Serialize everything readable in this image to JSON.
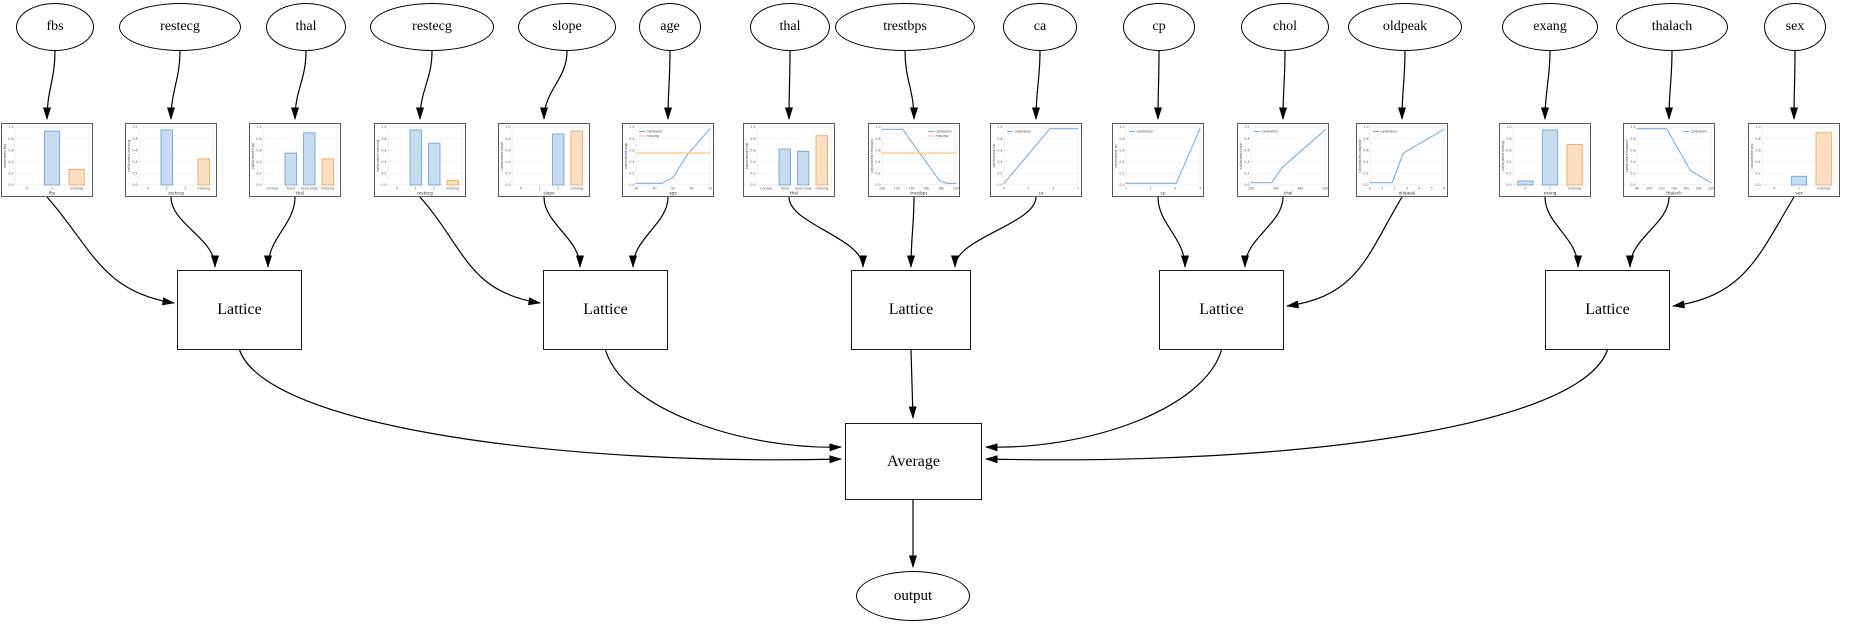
{
  "nodes": {
    "lattice_label": "Lattice",
    "average_label": "Average",
    "output_label": "output"
  },
  "colors": {
    "calibrated_blue_line": "#7aafdc",
    "bar_blue_fill": "#c7dcf0",
    "bar_blue_edge": "#6fa8dc",
    "missing_orange_line": "#fbbd77",
    "bar_orange_fill": "#fcdfc0",
    "bar_orange_edge": "#f2a65e",
    "edge_color": "#000000",
    "chart_frame": "#595959",
    "grid_line": "#ededed",
    "tick_text": "#555555"
  },
  "axis": {
    "yticks": [
      "0.0",
      "0.2",
      "0.4",
      "0.6",
      "0.8",
      "1.0"
    ]
  },
  "legend_labels": {
    "calibrated": "calibrated",
    "missing": "missing"
  },
  "chart_data": [
    {
      "feature": "fbs",
      "type": "bar",
      "title": "",
      "ylabel": "calibrated fbs",
      "xlabel": "fbs",
      "ylim": [
        0,
        1
      ],
      "categories": [
        "0",
        "1",
        "missing"
      ],
      "values": [
        0,
        0.93,
        0.27
      ],
      "colors": [
        "blue",
        "blue",
        "orange"
      ],
      "lattice": 0
    },
    {
      "feature": "restecg",
      "type": "bar",
      "title": "",
      "ylabel": "calibrated restecg",
      "xlabel": "restecg",
      "ylim": [
        0,
        1
      ],
      "categories": [
        "0",
        "1",
        "2",
        "missing"
      ],
      "values": [
        0,
        0.95,
        0,
        0.45
      ],
      "colors": [
        "blue",
        "blue",
        "blue",
        "orange"
      ],
      "lattice": 0
    },
    {
      "feature": "thal",
      "type": "bar",
      "title": "",
      "ylabel": "calibrated thal",
      "xlabel": "thal",
      "ylim": [
        0,
        1
      ],
      "categories": [
        "normal",
        "fixed",
        "reversible",
        "missing"
      ],
      "values": [
        0,
        0.55,
        0.9,
        0.45
      ],
      "colors": [
        "blue",
        "blue",
        "blue",
        "orange"
      ],
      "lattice": 0
    },
    {
      "feature": "restecg",
      "type": "bar",
      "title": "",
      "ylabel": "calibrated restecg",
      "xlabel": "restecg",
      "ylim": [
        0,
        1
      ],
      "categories": [
        "0",
        "1",
        "2",
        "missing"
      ],
      "values": [
        0,
        0.95,
        0.72,
        0.08
      ],
      "colors": [
        "blue",
        "blue",
        "blue",
        "orange"
      ],
      "lattice": 1
    },
    {
      "feature": "slope",
      "type": "bar",
      "title": "",
      "ylabel": "calibrated slope",
      "xlabel": "slope",
      "ylim": [
        0,
        1
      ],
      "categories": [
        "0",
        "1",
        "2",
        "missing"
      ],
      "values": [
        0,
        0,
        0.88,
        0.93
      ],
      "colors": [
        "blue",
        "blue",
        "blue",
        "orange"
      ],
      "lattice": 1
    },
    {
      "feature": "age",
      "type": "line",
      "title": "",
      "ylabel": "calibrated age",
      "xlabel": "age",
      "ylim": [
        0,
        1
      ],
      "xticks": [
        "30",
        "40",
        "50",
        "60",
        "70"
      ],
      "legend_pos": "tl",
      "lattice": 1,
      "series": [
        {
          "name": "calibrated",
          "color": "blue",
          "points": [
            [
              0,
              0.03
            ],
            [
              0.35,
              0.03
            ],
            [
              0.5,
              0.13
            ],
            [
              0.68,
              0.5
            ],
            [
              1,
              0.97
            ]
          ]
        },
        {
          "name": "missing",
          "color": "orange",
          "points": [
            [
              0,
              0.55
            ],
            [
              1,
              0.55
            ]
          ]
        }
      ]
    },
    {
      "feature": "thal",
      "type": "bar",
      "title": "",
      "ylabel": "calibrated thal",
      "xlabel": "thal",
      "ylim": [
        0,
        1
      ],
      "categories": [
        "normal",
        "fixed",
        "reversible",
        "missing"
      ],
      "values": [
        0,
        0.62,
        0.58,
        0.85
      ],
      "colors": [
        "blue",
        "blue",
        "blue",
        "orange"
      ],
      "lattice": 2
    },
    {
      "feature": "trestbps",
      "type": "line",
      "title": "",
      "ylabel": "calibrated trestbps",
      "xlabel": "trestbps",
      "ylim": [
        0,
        1
      ],
      "xticks": [
        "100",
        "120",
        "140",
        "160",
        "180",
        "200"
      ],
      "legend_pos": "tr",
      "lattice": 2,
      "series": [
        {
          "name": "calibrated",
          "color": "blue",
          "points": [
            [
              0,
              0.96
            ],
            [
              0.28,
              0.96
            ],
            [
              0.78,
              0.07
            ],
            [
              0.88,
              0.03
            ],
            [
              1,
              0.03
            ]
          ]
        },
        {
          "name": "missing",
          "color": "orange",
          "points": [
            [
              0,
              0.55
            ],
            [
              1,
              0.55
            ]
          ]
        }
      ]
    },
    {
      "feature": "ca",
      "type": "line",
      "title": "",
      "ylabel": "calibrated ca",
      "xlabel": "ca",
      "ylim": [
        0,
        1
      ],
      "xticks": [
        "0",
        "1",
        "2",
        "3"
      ],
      "legend_pos": "tl",
      "lattice": 2,
      "series": [
        {
          "name": "calibrated",
          "color": "blue",
          "points": [
            [
              0,
              0.03
            ],
            [
              0.62,
              0.97
            ],
            [
              1,
              0.97
            ]
          ]
        }
      ]
    },
    {
      "feature": "cp",
      "type": "line",
      "title": "",
      "ylabel": "calibrated cp",
      "xlabel": "cp",
      "ylim": [
        0,
        1
      ],
      "xticks": [
        "1",
        "2",
        "3",
        "4"
      ],
      "legend_pos": "tl",
      "lattice": 3,
      "series": [
        {
          "name": "calibrated",
          "color": "blue",
          "points": [
            [
              0,
              0.03
            ],
            [
              0.68,
              0.03
            ],
            [
              1,
              0.97
            ]
          ]
        }
      ]
    },
    {
      "feature": "chol",
      "type": "line",
      "title": "",
      "ylabel": "calibrated chol",
      "xlabel": "chol",
      "ylim": [
        0,
        1
      ],
      "xticks": [
        "200",
        "300",
        "400",
        "500"
      ],
      "legend_pos": "tl",
      "lattice": 3,
      "series": [
        {
          "name": "calibrated",
          "color": "blue",
          "points": [
            [
              0,
              0.04
            ],
            [
              0.28,
              0.04
            ],
            [
              0.42,
              0.3
            ],
            [
              1,
              0.95
            ]
          ]
        }
      ]
    },
    {
      "feature": "oldpeak",
      "type": "line",
      "title": "",
      "ylabel": "calibrated oldpeak",
      "xlabel": "oldpeak",
      "ylim": [
        0,
        1
      ],
      "xticks": [
        "0",
        "1",
        "2",
        "3",
        "4",
        "5",
        "6"
      ],
      "legend_pos": "tl",
      "lattice": 3,
      "series": [
        {
          "name": "calibrated",
          "color": "blue",
          "points": [
            [
              0,
              0.04
            ],
            [
              0.3,
              0.04
            ],
            [
              0.45,
              0.55
            ],
            [
              1,
              0.96
            ]
          ]
        }
      ]
    },
    {
      "feature": "exang",
      "type": "bar",
      "title": "",
      "ylabel": "calibrated exang",
      "xlabel": "exang",
      "ylim": [
        0,
        1
      ],
      "categories": [
        "0",
        "1",
        "missing"
      ],
      "values": [
        0.07,
        0.95,
        0.7
      ],
      "colors": [
        "blue",
        "blue",
        "orange"
      ],
      "lattice": 4
    },
    {
      "feature": "thalach",
      "type": "line",
      "title": "",
      "ylabel": "calibrated thalach",
      "xlabel": "thalach",
      "ylim": [
        0,
        1
      ],
      "xticks": [
        "80",
        "100",
        "120",
        "140",
        "160",
        "180",
        "200"
      ],
      "legend_pos": "tr",
      "lattice": 4,
      "series": [
        {
          "name": "calibrated",
          "color": "blue",
          "points": [
            [
              0,
              0.97
            ],
            [
              0.4,
              0.97
            ],
            [
              0.72,
              0.25
            ],
            [
              1,
              0.04
            ]
          ]
        }
      ]
    },
    {
      "feature": "sex",
      "type": "bar",
      "title": "",
      "ylabel": "calibrated sex",
      "xlabel": "sex",
      "ylim": [
        0,
        1
      ],
      "categories": [
        "0",
        "1",
        "missing"
      ],
      "values": [
        0,
        0.15,
        0.9
      ],
      "colors": [
        "blue",
        "blue",
        "orange"
      ],
      "lattice": 4
    }
  ]
}
